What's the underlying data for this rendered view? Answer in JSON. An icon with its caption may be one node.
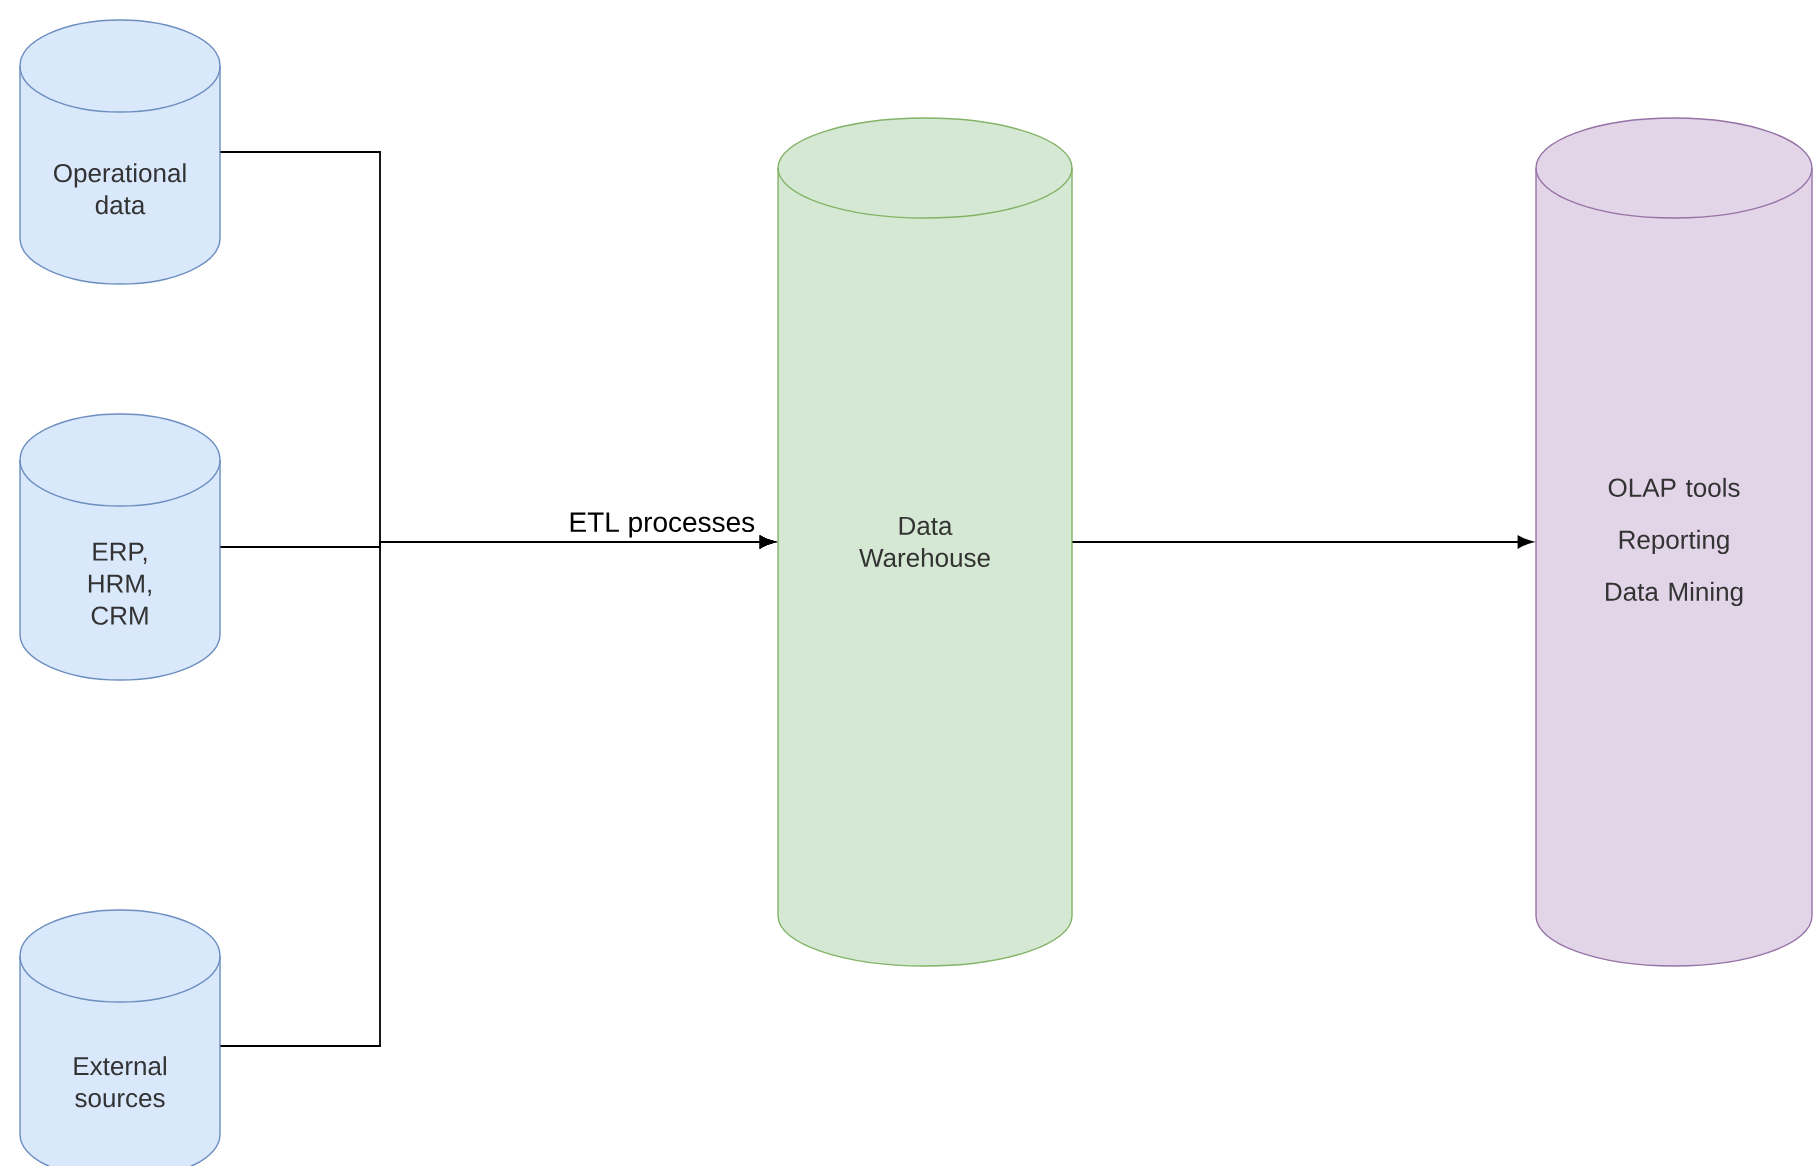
{
  "diagram": {
    "nodes": [
      {
        "text": [
          "Operational data"
        ]
      },
      {
        "text": [
          "ERP, HRM, CRM"
        ]
      },
      {
        "text": [
          "External sources"
        ]
      },
      {
        "text": [
          "Data Warehouse"
        ]
      },
      {
        "text": [
          "OLAP tools",
          "Reporting",
          "Data Mining"
        ]
      }
    ],
    "edges": [
      {
        "from": 0,
        "to": 3,
        "arrow": "to"
      },
      {
        "from": 1,
        "to": 3,
        "arrow": "to",
        "label": "ETL processes"
      },
      {
        "from": 2,
        "to": 3,
        "arrow": "to"
      },
      {
        "from": 3,
        "to": 4,
        "arrow": "to"
      }
    ]
  }
}
